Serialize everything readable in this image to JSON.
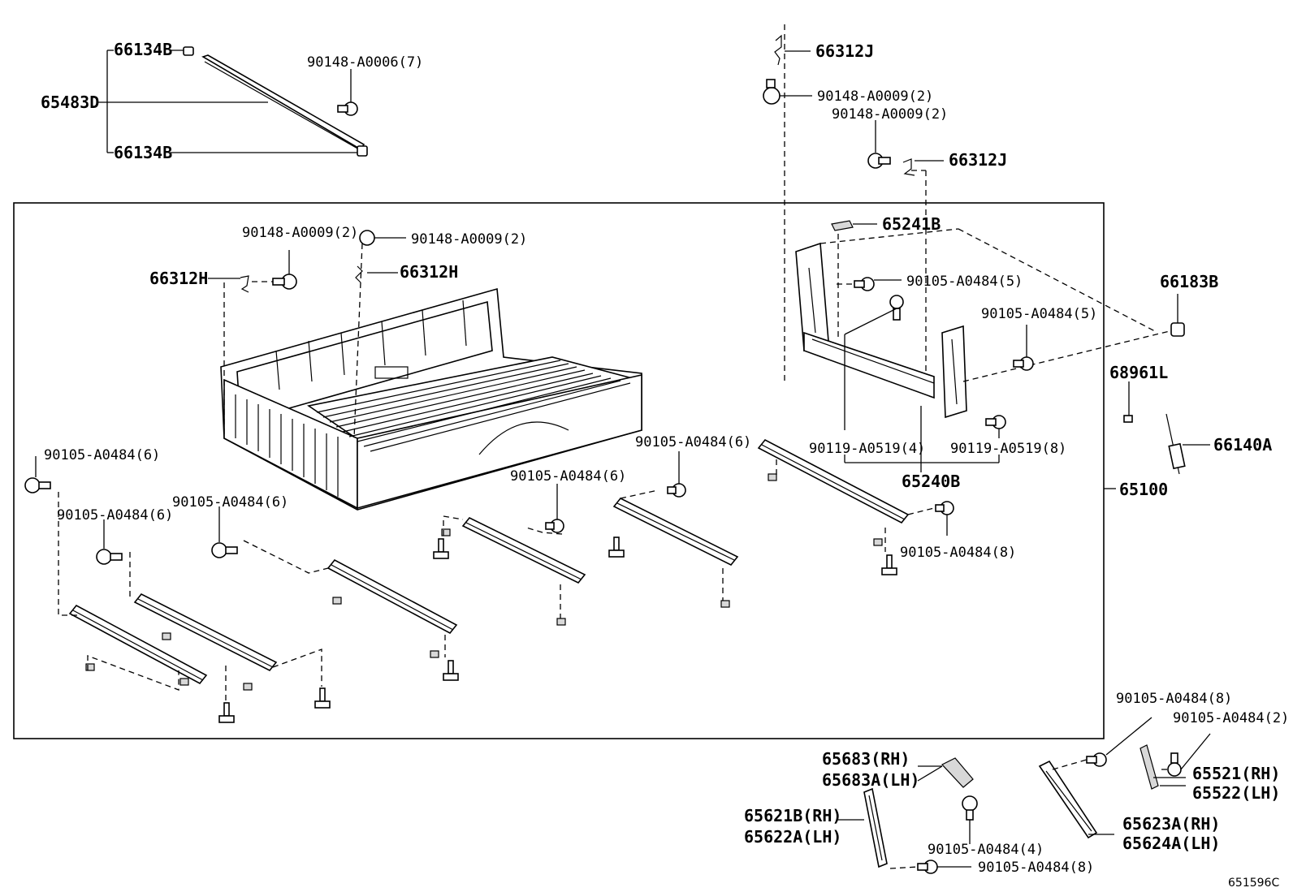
{
  "diagram": {
    "figure_code": "651596C",
    "callouts": {
      "p66134B_top": "66134B",
      "p65483D": "65483D",
      "p66134B_bottom": "66134B",
      "p90148_A0006": "90148-A0006(7)",
      "p66312J_top": "66312J",
      "p90148_A0009_a": "90148-A0009(2)",
      "p90148_A0009_b": "90148-A0009(2)",
      "p66312J_mid": "66312J",
      "p65241B": "65241B",
      "p90148_A0009_c": "90148-A0009(2)",
      "p90148_A0009_d": "90148-A0009(2)",
      "p66312H_left": "66312H",
      "p66312H_right": "66312H",
      "p90105_A0484_5a": "90105-A0484(5)",
      "p90105_A0484_5b": "90105-A0484(5)",
      "p66183B": "66183B",
      "p68961L": "68961L",
      "p66140A": "66140A",
      "p90119_A0519_4": "90119-A0519(4)",
      "p90119_A0519_8": "90119-A0519(8)",
      "p65240B": "65240B",
      "p65100": "65100",
      "p90105_A0484_6a": "90105-A0484(6)",
      "p90105_A0484_6b": "90105-A0484(6)",
      "p90105_A0484_6c": "90105-A0484(6)",
      "p90105_A0484_6d": "90105-A0484(6)",
      "p90105_A0484_6e": "90105-A0484(6)",
      "p90105_A0484_8a": "90105-A0484(8)",
      "p90105_A0484_8b": "90105-A0484(8)",
      "p90105_A0484_2": "90105-A0484(2)",
      "p65521_RH": "65521(RH)",
      "p65522_LH": "65522(LH)",
      "p65683_RH": "65683(RH)",
      "p65683A_LH": "65683A(LH)",
      "p65621B_RH": "65621B(RH)",
      "p65622A_LH": "65622A(LH)",
      "p90105_A0484_4": "90105-A0484(4)",
      "p90105_A0484_8c": "90105-A0484(8)",
      "p65623A_RH": "65623A(RH)",
      "p65624A_LH": "65624A(LH)"
    }
  }
}
